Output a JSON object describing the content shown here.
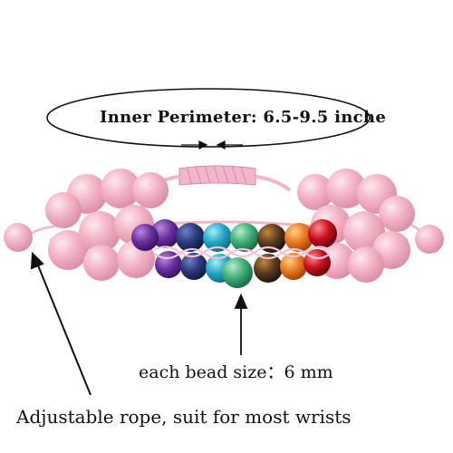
{
  "annotations": {
    "inner_perimeter": "Inner Perimeter: 6.5-9.5 inche",
    "bead_size": "each bead size：6 mm",
    "rope": "Adjustable rope, suit for most wrists"
  },
  "product": {
    "name": "double-strand chakra bead bracelet",
    "chakra_colors": [
      "#6a2fa0",
      "#2b3a7a",
      "#22a7c4",
      "#3fae78",
      "#5a3a1e",
      "#e8781e",
      "#c8101e"
    ],
    "side_bead_color": "#f3b8c9",
    "cord_color": "#f2b6cc",
    "line_color": "#111111"
  }
}
